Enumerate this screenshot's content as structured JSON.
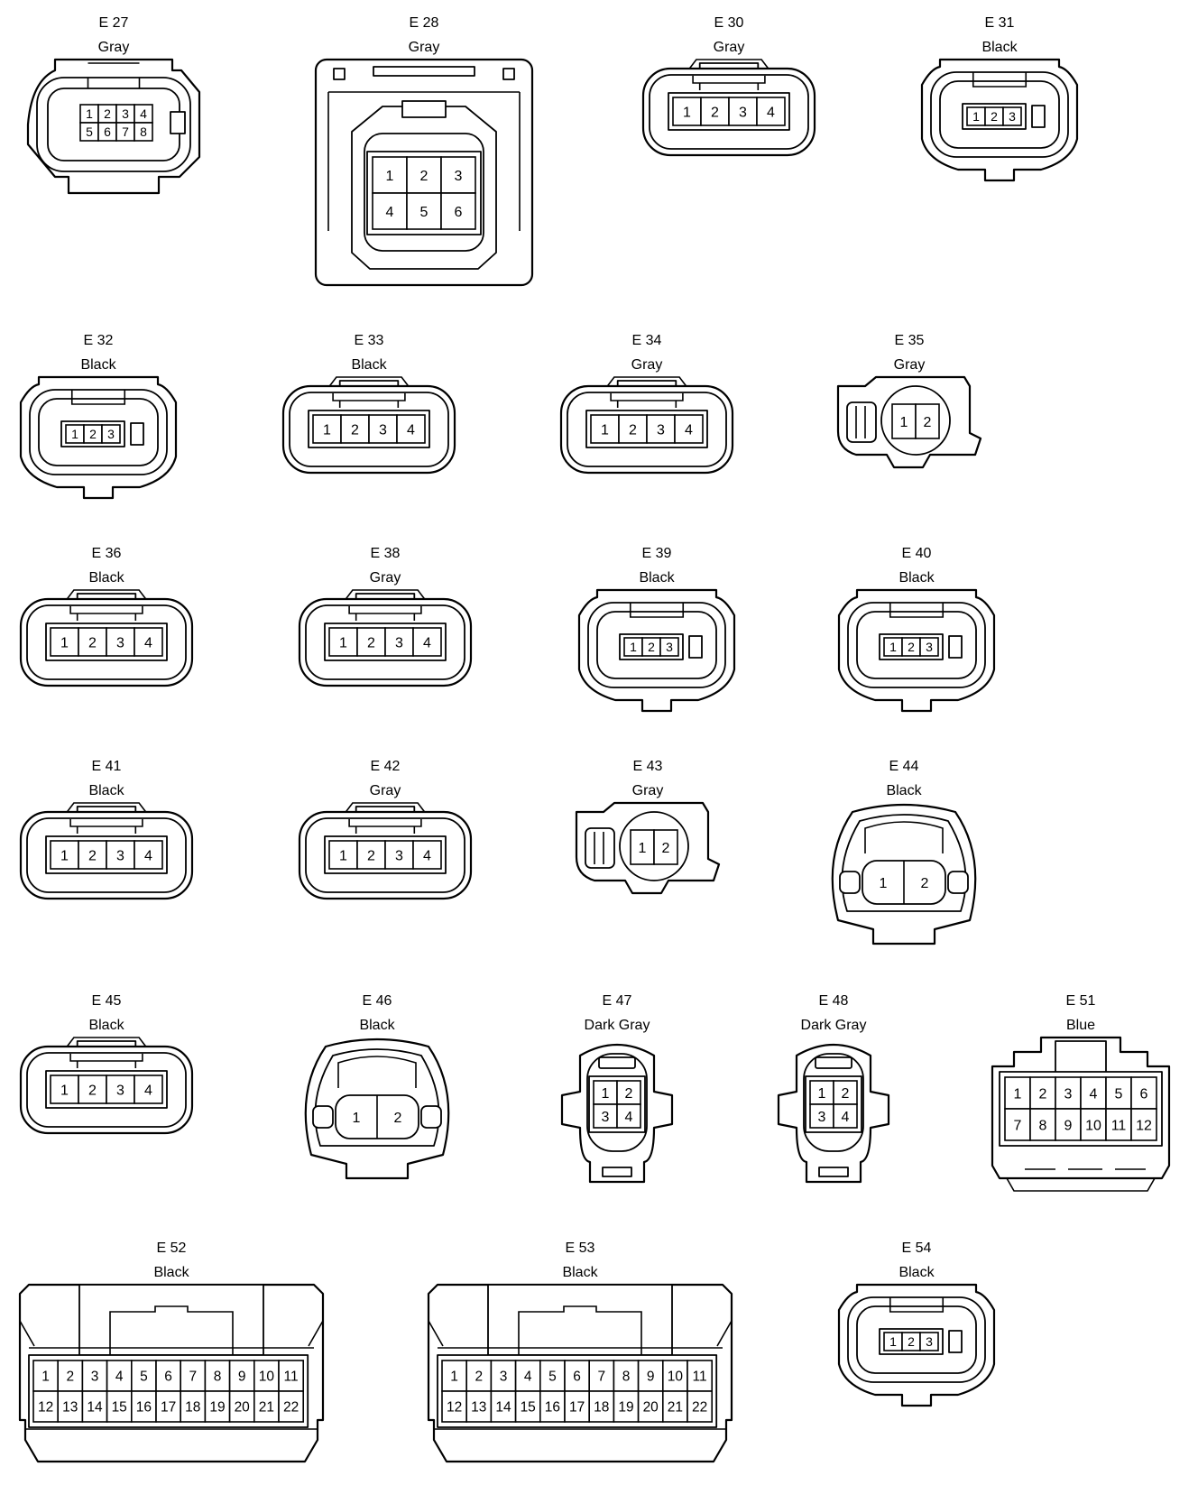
{
  "connectors": [
    {
      "id": "E 27",
      "color": "Gray",
      "shape": "latch-8",
      "rows": [
        [
          "1",
          "2",
          "3",
          "4"
        ],
        [
          "5",
          "6",
          "7",
          "8"
        ]
      ]
    },
    {
      "id": "E 28",
      "color": "Gray",
      "shape": "square-6",
      "rows": [
        [
          "1",
          "2",
          "3"
        ],
        [
          "4",
          "5",
          "6"
        ]
      ]
    },
    {
      "id": "E 30",
      "color": "Gray",
      "shape": "rounded-4",
      "rows": [
        [
          "1",
          "2",
          "3",
          "4"
        ]
      ]
    },
    {
      "id": "E 31",
      "color": "Black",
      "shape": "latch-3",
      "rows": [
        [
          "1",
          "2",
          "3"
        ]
      ]
    },
    {
      "id": "E 32",
      "color": "Black",
      "shape": "latch-3",
      "rows": [
        [
          "1",
          "2",
          "3"
        ]
      ]
    },
    {
      "id": "E 33",
      "color": "Black",
      "shape": "rounded-4",
      "rows": [
        [
          "1",
          "2",
          "3",
          "4"
        ]
      ]
    },
    {
      "id": "E 34",
      "color": "Gray",
      "shape": "rounded-4",
      "rows": [
        [
          "1",
          "2",
          "3",
          "4"
        ]
      ]
    },
    {
      "id": "E 35",
      "color": "Gray",
      "shape": "side-2",
      "rows": [
        [
          "1",
          "2"
        ]
      ]
    },
    {
      "id": "E 36",
      "color": "Black",
      "shape": "rounded-4",
      "rows": [
        [
          "1",
          "2",
          "3",
          "4"
        ]
      ]
    },
    {
      "id": "E 38",
      "color": "Gray",
      "shape": "rounded-4",
      "rows": [
        [
          "1",
          "2",
          "3",
          "4"
        ]
      ]
    },
    {
      "id": "E 39",
      "color": "Black",
      "shape": "latch-3",
      "rows": [
        [
          "1",
          "2",
          "3"
        ]
      ]
    },
    {
      "id": "E 40",
      "color": "Black",
      "shape": "latch-3",
      "rows": [
        [
          "1",
          "2",
          "3"
        ]
      ]
    },
    {
      "id": "E 41",
      "color": "Black",
      "shape": "rounded-4",
      "rows": [
        [
          "1",
          "2",
          "3",
          "4"
        ]
      ]
    },
    {
      "id": "E 42",
      "color": "Gray",
      "shape": "rounded-4",
      "rows": [
        [
          "1",
          "2",
          "3",
          "4"
        ]
      ]
    },
    {
      "id": "E 43",
      "color": "Gray",
      "shape": "side-2",
      "rows": [
        [
          "1",
          "2"
        ]
      ]
    },
    {
      "id": "E 44",
      "color": "Black",
      "shape": "oval-2",
      "rows": [
        [
          "1",
          "2"
        ]
      ]
    },
    {
      "id": "E 45",
      "color": "Black",
      "shape": "rounded-4",
      "rows": [
        [
          "1",
          "2",
          "3",
          "4"
        ]
      ]
    },
    {
      "id": "E 46",
      "color": "Black",
      "shape": "oval-2",
      "rows": [
        [
          "1",
          "2"
        ]
      ]
    },
    {
      "id": "E 47",
      "color": "Dark Gray",
      "shape": "narrow-4",
      "rows": [
        [
          "1",
          "2"
        ],
        [
          "3",
          "4"
        ]
      ]
    },
    {
      "id": "E 48",
      "color": "Dark Gray",
      "shape": "narrow-4",
      "rows": [
        [
          "1",
          "2"
        ],
        [
          "3",
          "4"
        ]
      ]
    },
    {
      "id": "E 51",
      "color": "Blue",
      "shape": "rect-12",
      "rows": [
        [
          "1",
          "2",
          "3",
          "4",
          "5",
          "6"
        ],
        [
          "7",
          "8",
          "9",
          "10",
          "11",
          "12"
        ]
      ]
    },
    {
      "id": "E 52",
      "color": "Black",
      "shape": "wide-22",
      "rows": [
        [
          "1",
          "2",
          "3",
          "4",
          "5",
          "6",
          "7",
          "8",
          "9",
          "10",
          "11"
        ],
        [
          "12",
          "13",
          "14",
          "15",
          "16",
          "17",
          "18",
          "19",
          "20",
          "21",
          "22"
        ]
      ]
    },
    {
      "id": "E 53",
      "color": "Black",
      "shape": "wide-22",
      "rows": [
        [
          "1",
          "2",
          "3",
          "4",
          "5",
          "6",
          "7",
          "8",
          "9",
          "10",
          "11"
        ],
        [
          "12",
          "13",
          "14",
          "15",
          "16",
          "17",
          "18",
          "19",
          "20",
          "21",
          "22"
        ]
      ]
    },
    {
      "id": "E 54",
      "color": "Black",
      "shape": "latch-3",
      "rows": [
        [
          "1",
          "2",
          "3"
        ]
      ]
    }
  ]
}
